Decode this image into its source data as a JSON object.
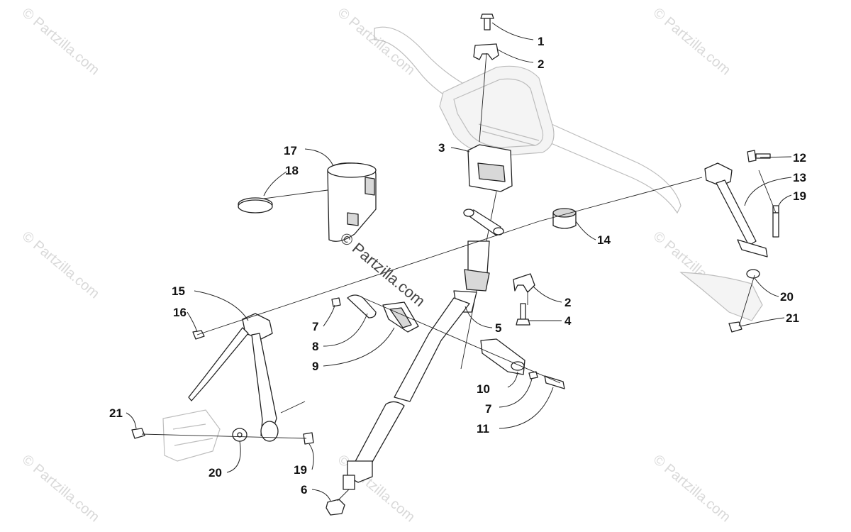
{
  "watermark": {
    "text": "© Partzilla.com"
  },
  "callouts": [
    {
      "id": "c1",
      "text": "1"
    },
    {
      "id": "c2a",
      "text": "2"
    },
    {
      "id": "c3",
      "text": "3"
    },
    {
      "id": "c17",
      "text": "17"
    },
    {
      "id": "c18",
      "text": "18"
    },
    {
      "id": "c12",
      "text": "12"
    },
    {
      "id": "c13",
      "text": "13"
    },
    {
      "id": "c19a",
      "text": "19"
    },
    {
      "id": "c14",
      "text": "14"
    },
    {
      "id": "c2b",
      "text": "2"
    },
    {
      "id": "c4",
      "text": "4"
    },
    {
      "id": "c5",
      "text": "5"
    },
    {
      "id": "c20a",
      "text": "20"
    },
    {
      "id": "c21a",
      "text": "21"
    },
    {
      "id": "c15",
      "text": "15"
    },
    {
      "id": "c16",
      "text": "16"
    },
    {
      "id": "c7a",
      "text": "7"
    },
    {
      "id": "c8",
      "text": "8"
    },
    {
      "id": "c9",
      "text": "9"
    },
    {
      "id": "c10",
      "text": "10"
    },
    {
      "id": "c7b",
      "text": "7"
    },
    {
      "id": "c11",
      "text": "11"
    },
    {
      "id": "c21b",
      "text": "21"
    },
    {
      "id": "c20b",
      "text": "20"
    },
    {
      "id": "c19b",
      "text": "19"
    },
    {
      "id": "c6",
      "text": "6"
    }
  ]
}
